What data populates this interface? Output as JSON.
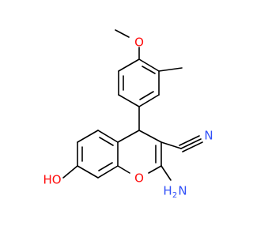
{
  "molecule": {
    "atom_labels": {
      "methoxy_oxygen": "O",
      "nitrile_nitrogen": "N",
      "hydroxyl": "HO",
      "ring_oxygen": "O",
      "amine_h": "H",
      "amine_n": "N",
      "amine_sub": "2"
    },
    "colors": {
      "bond": "#000000",
      "oxygen": "#ff0d0d",
      "nitrogen": "#3050f8"
    }
  }
}
